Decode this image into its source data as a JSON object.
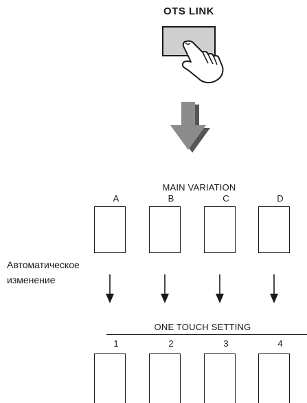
{
  "ots_button": {
    "title": "OTS LINK",
    "icon": "pointing-hand-icon",
    "fill": "#cfcfcf"
  },
  "flow_arrow": {
    "icon": "down-arrow-icon",
    "color": "#8c8c8c",
    "shadow": "#555555"
  },
  "main_variation": {
    "title": "MAIN VARIATION",
    "columns": [
      "A",
      "B",
      "C",
      "D"
    ]
  },
  "side_label": {
    "line1": "Автоматическое",
    "line2": "изменение"
  },
  "one_touch_setting": {
    "title": "ONE TOUCH SETTING",
    "columns": [
      "1",
      "2",
      "3",
      "4"
    ]
  }
}
